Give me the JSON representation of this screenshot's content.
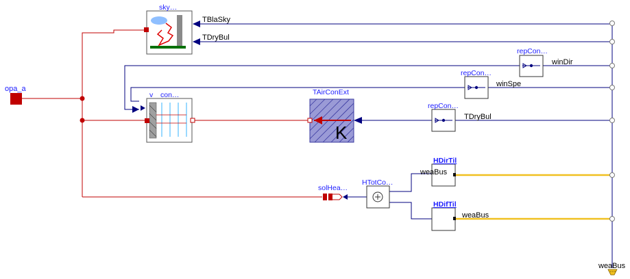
{
  "diagram": {
    "port_opa_a": "opa_a",
    "sky_block": "sky…",
    "con_block": "con…",
    "con_v_label": "v",
    "tairconext_label": "TAirConExt",
    "tairconext_unit": "K",
    "repcon1": "repCon…",
    "repcon2": "repCon…",
    "repcon3": "repCon…",
    "solhea_label": "solHea…",
    "htotcon_label": "HTotCo…",
    "hdirtil_label": "HDirTil",
    "hdiftil_label": "HDifTil",
    "sig_tblasky": "TBlaSky",
    "sig_tdrybul_top": "TDryBul",
    "sig_windir": "winDir",
    "sig_winspe": "winSpe",
    "sig_tdrybul_mid": "TDryBul",
    "sig_weabus_dir": "weaBus",
    "sig_weabus_dif": "weaBus",
    "port_weabus": "weaBus"
  },
  "colors": {
    "signal": "#00007f",
    "heat": "#c00000",
    "bus": "#f0c020",
    "label": "#1c1cff"
  }
}
